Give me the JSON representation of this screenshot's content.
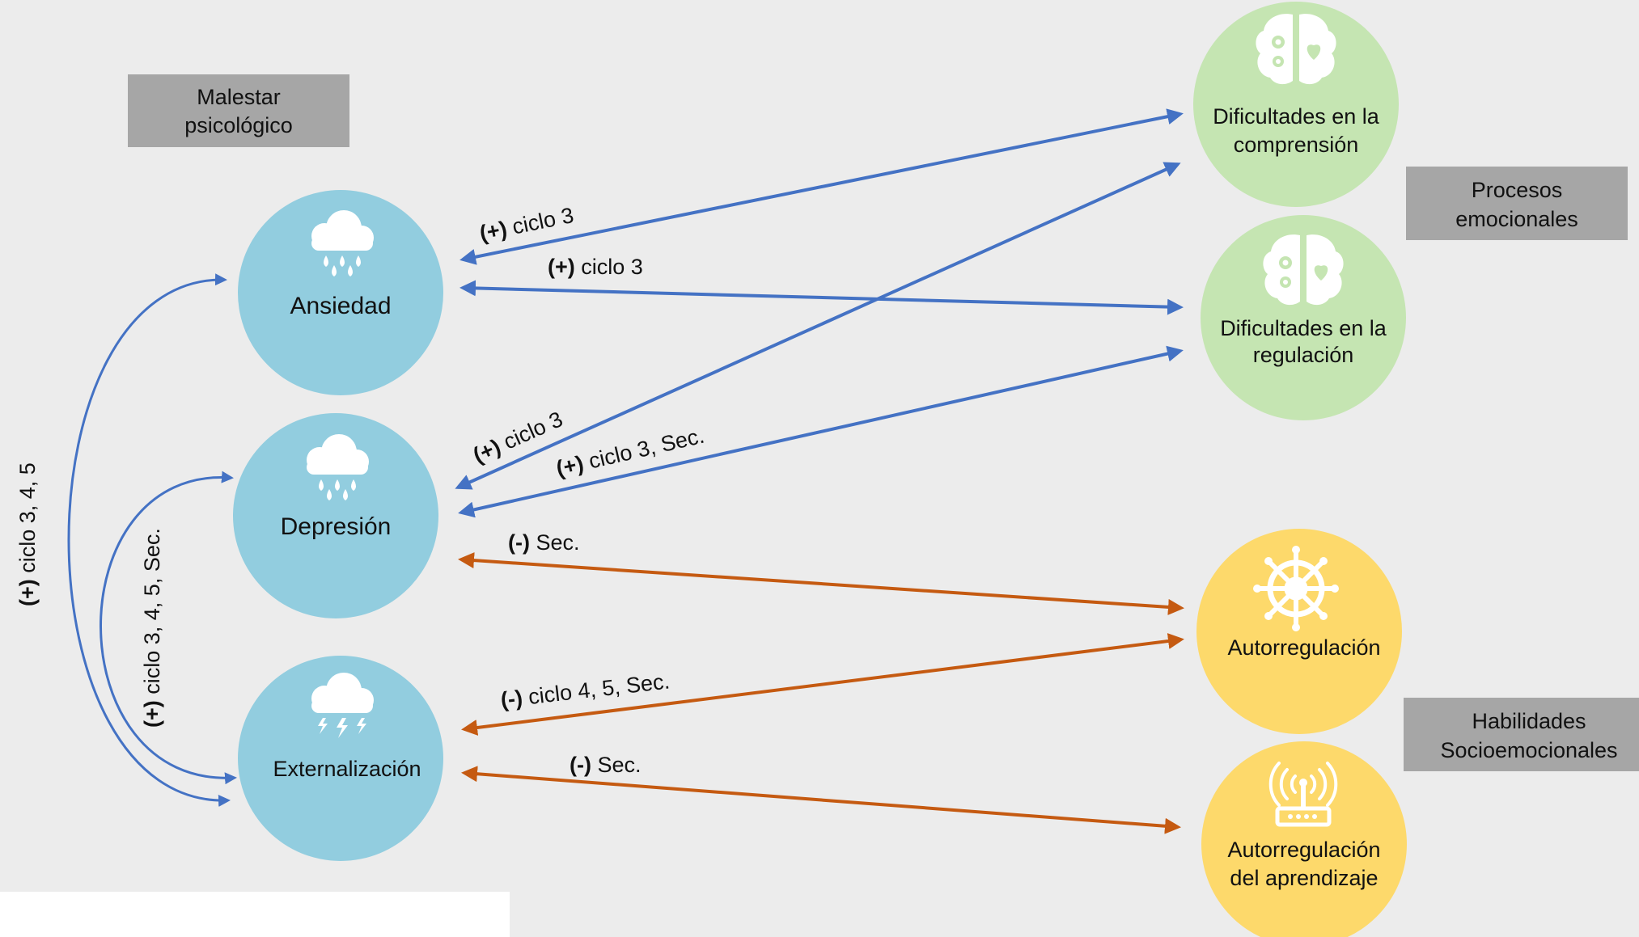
{
  "group_labels": {
    "malestar": [
      "Malestar",
      "psicológico"
    ],
    "procesos": [
      "Procesos",
      "emocionales"
    ],
    "habilidades": [
      "Habilidades",
      "Socioemocionales"
    ]
  },
  "nodes": {
    "ansiedad": {
      "lines": [
        "Ansiedad"
      ],
      "icon": "cloud-rain-icon"
    },
    "depresion": {
      "lines": [
        "Depresión"
      ],
      "icon": "cloud-rain-icon"
    },
    "externalizacion": {
      "lines": [
        "Externalización"
      ],
      "icon": "cloud-storm-icon"
    },
    "comprension": {
      "lines": [
        "Dificultades en la",
        "comprensión"
      ],
      "icon": "brain-icon"
    },
    "regulacion": {
      "lines": [
        "Dificultades en la",
        "regulación"
      ],
      "icon": "brain-icon"
    },
    "autorregulacion": {
      "lines": [
        "Autorregulación"
      ],
      "icon": "ship-wheel-icon"
    },
    "autorregulacion_aprendizaje": {
      "lines": [
        "Autorregulación",
        "del aprendizaje"
      ],
      "icon": "wifi-router-icon"
    }
  },
  "edges": [
    {
      "id": "ans-comp",
      "from": "ansiedad",
      "to": "comprension",
      "sign": "(+)",
      "label": " ciclo 3",
      "color": "#4472c4"
    },
    {
      "id": "ans-reg",
      "from": "ansiedad",
      "to": "regulacion",
      "sign": "(+)",
      "label": " ciclo 3",
      "color": "#4472c4"
    },
    {
      "id": "dep-comp",
      "from": "depresion",
      "to": "comprension",
      "sign": "(+)",
      "label": " ciclo 3",
      "color": "#4472c4"
    },
    {
      "id": "dep-reg",
      "from": "depresion",
      "to": "regulacion",
      "sign": "(+)",
      "label": " ciclo 3, Sec.",
      "color": "#4472c4"
    },
    {
      "id": "dep-auto",
      "from": "depresion",
      "to": "autorregulacion",
      "sign": "(-)",
      "label": " Sec.",
      "color": "#c55a11"
    },
    {
      "id": "ext-auto",
      "from": "externalizacion",
      "to": "autorregulacion",
      "sign": "(-)",
      "label": " ciclo 4, 5, Sec.",
      "color": "#c55a11"
    },
    {
      "id": "ext-aprend",
      "from": "externalizacion",
      "to": "autorregulacion_aprendizaje",
      "sign": "(-)",
      "label": " Sec.",
      "color": "#c55a11"
    },
    {
      "id": "ans-ext",
      "from": "ansiedad",
      "to": "externalizacion",
      "sign": "(+)",
      "label": " ciclo 3, 4, 5",
      "color": "#4472c4"
    },
    {
      "id": "dep-ext",
      "from": "depresion",
      "to": "externalizacion",
      "sign": "(+)",
      "label": " ciclo 3, 4, 5, Sec.",
      "color": "#4472c4"
    }
  ],
  "colors": {
    "background": "#ececec",
    "malestar_node": "#92cddf",
    "procesos_node": "#c5e5b2",
    "habilidades_node": "#fdd96b",
    "tag": "#a6a6a6",
    "positive_edge": "#4472c4",
    "negative_edge": "#c55a11"
  }
}
